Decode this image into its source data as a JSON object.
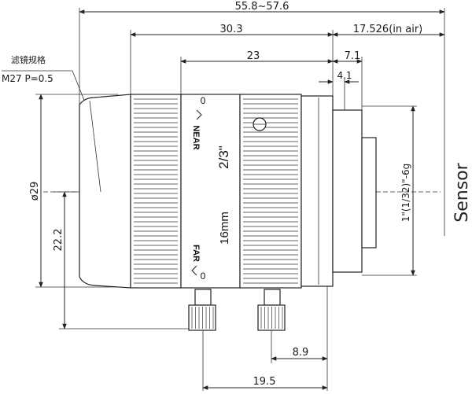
{
  "dimensions": {
    "total_length": "55.8~57.6",
    "flange_to_front": "30.3",
    "back_focal": "17.526(in air)",
    "body_length": "23",
    "mount_length": "7.1",
    "mount_flange": "4.1",
    "diameter": "ø29",
    "front_diameter": "22.2",
    "thread": "1\"(1/32)\"-6g",
    "screw_offset": "8.9",
    "screw_spacing": "19.5"
  },
  "filter_label": "滤镜规格",
  "filter_spec": "M27  P=0.5",
  "lens_markings": {
    "near": "NEAR",
    "far": "FAR",
    "format": "2/3\"",
    "focal": "16mm",
    "zero_top": "0",
    "zero_bottom": "0"
  },
  "sensor_label": "Sensor"
}
